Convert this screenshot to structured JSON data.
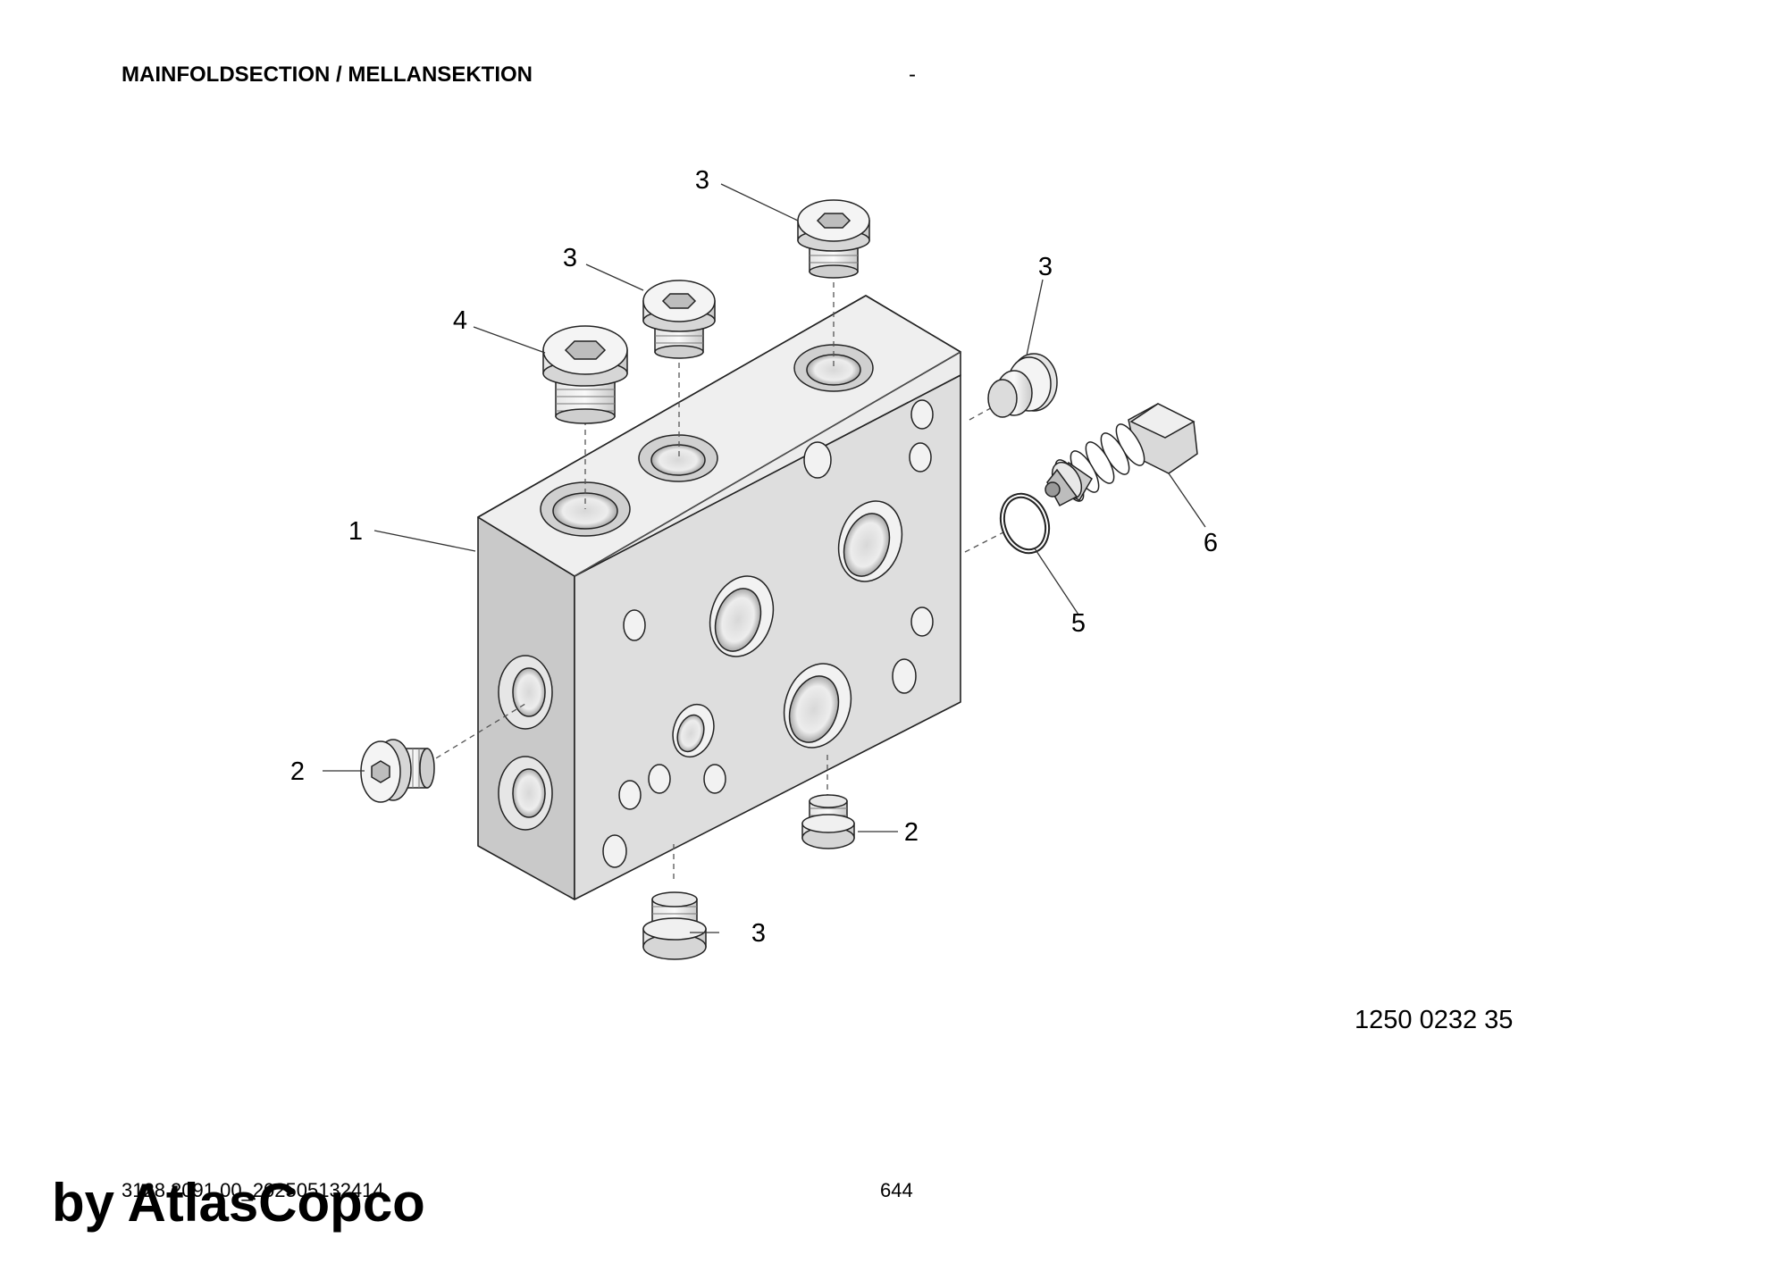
{
  "header": {
    "title": "MAINFOLDSECTION / MELLANSEKTION",
    "dash": "-"
  },
  "diagram": {
    "callouts": [
      "1",
      "2",
      "2",
      "3",
      "3",
      "3",
      "3",
      "3",
      "4",
      "5",
      "6"
    ],
    "part_number": "1250 0232 35"
  },
  "footer": {
    "doc_id": "3128 2091 00_202505132414",
    "page_number": "644",
    "watermark": "by AtlasCopco"
  }
}
